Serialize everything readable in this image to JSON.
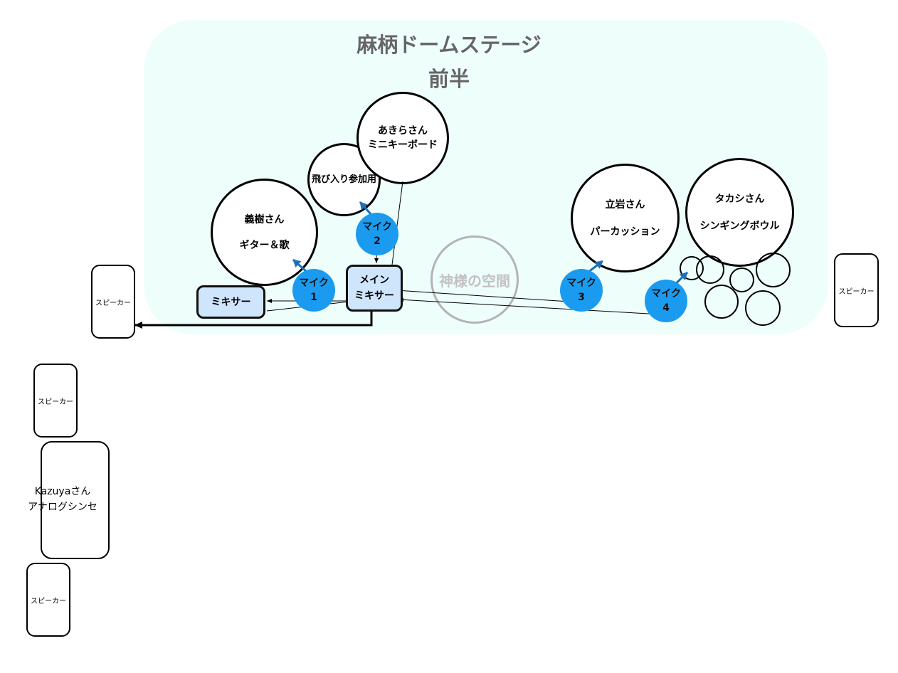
{
  "stage": {
    "title": "麻柄ドームステージ",
    "subtitle": "前半",
    "background": "#eefefb"
  },
  "performers": {
    "yoshiki": {
      "name": "義樹さん",
      "role": "ギター＆歌"
    },
    "akira": {
      "name": "あきらさん",
      "role": "ミニキーボード"
    },
    "guest": {
      "label": "飛び入り参加用"
    },
    "tateiwa": {
      "name": "立岩さん",
      "role": "パーカッション"
    },
    "takashi": {
      "name": "タカシさん",
      "role": "シンギングボウル"
    },
    "kazuya": {
      "name": "Kazuyaさん",
      "role": "アナログシンセ"
    }
  },
  "mics": [
    {
      "line1": "マイク",
      "line2": "1"
    },
    {
      "line1": "マイク",
      "line2": "2"
    },
    {
      "line1": "マイク",
      "line2": "3"
    },
    {
      "line1": "マイク",
      "line2": "4"
    }
  ],
  "mic_color": "#1a9bef",
  "mixers": {
    "sub": {
      "label": "ミキサー"
    },
    "main": {
      "line1": "メイン",
      "line2": "ミキサー"
    },
    "color": "#cfe5fb"
  },
  "god_space": {
    "label": "神様の空間"
  },
  "speakers": [
    {
      "label": "スピーカー"
    },
    {
      "label": "スピーカー"
    },
    {
      "label": "スピーカー"
    },
    {
      "label": "スピーカー"
    }
  ]
}
